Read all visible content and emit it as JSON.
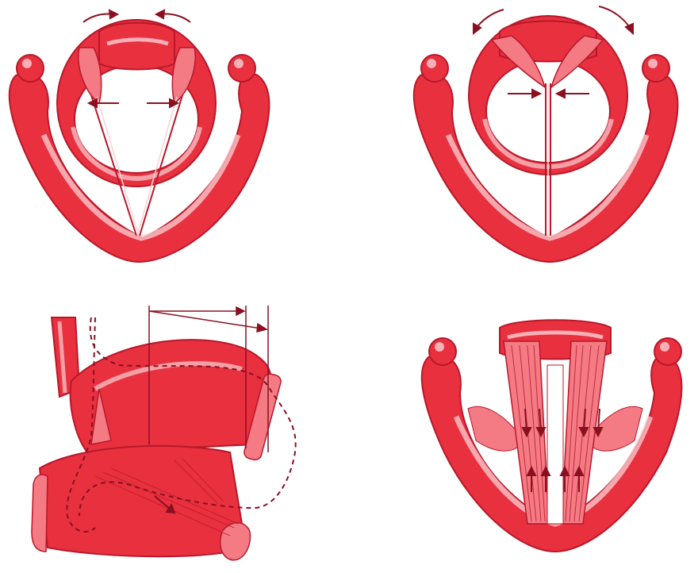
{
  "figure": {
    "panels": [
      {
        "id": "abduction-view",
        "description_name": "larynx-top-view-vocal-folds-open"
      },
      {
        "id": "adduction-view",
        "description_name": "larynx-top-view-vocal-folds-closed"
      },
      {
        "id": "lateral-view",
        "description_name": "larynx-side-view-cricothyroid-tilt"
      },
      {
        "id": "tensor-view",
        "description_name": "larynx-top-view-thyroarytenoid-muscles"
      }
    ]
  },
  "colors": {
    "cartilage": "#e8303f",
    "cartilage_light": "#f47a84",
    "cartilage_highlight": "#fbd0d4",
    "cartilage_dark": "#b8182a",
    "arrow": "#8a1020",
    "background": "#ffffff"
  }
}
